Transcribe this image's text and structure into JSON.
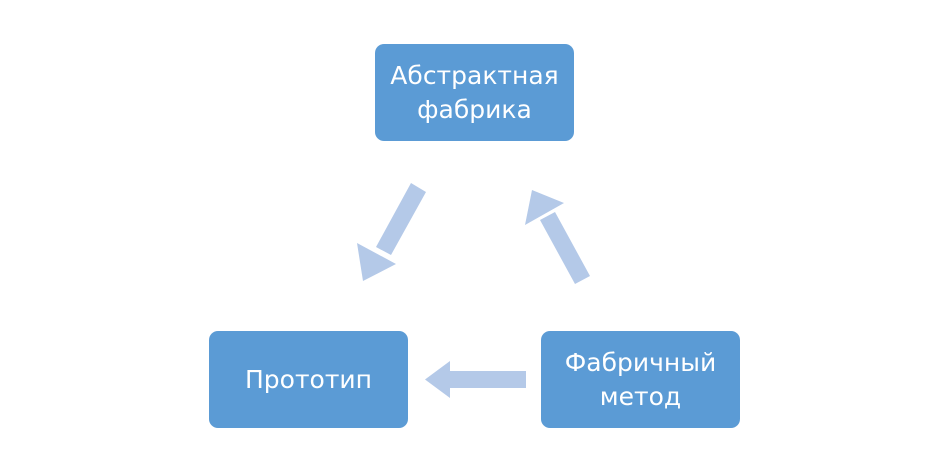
{
  "diagram": {
    "nodes": [
      {
        "id": "abstract-factory",
        "lines": [
          "Абстрактная",
          "фабрика"
        ]
      },
      {
        "id": "prototype",
        "lines": [
          "Прототип"
        ]
      },
      {
        "id": "factory-method",
        "lines": [
          "Фабричный",
          "метод"
        ]
      }
    ],
    "edges": [
      {
        "from": "abstract-factory",
        "to": "prototype"
      },
      {
        "from": "factory-method",
        "to": "prototype"
      },
      {
        "from": "factory-method",
        "to": "abstract-factory"
      }
    ],
    "colors": {
      "node_fill": "#5b9bd5",
      "node_text": "#ffffff",
      "arrow_fill": "#b4c9e8"
    }
  }
}
